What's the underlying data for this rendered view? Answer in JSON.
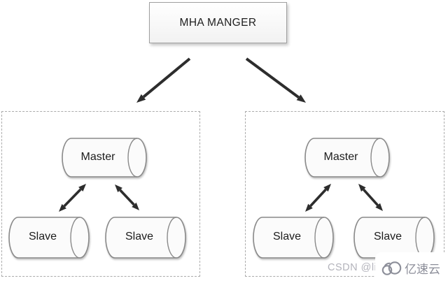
{
  "diagram": {
    "manager": {
      "label": "MHA MANGER"
    },
    "clusters": [
      {
        "name": "left-replication-group",
        "master": {
          "label": "Master"
        },
        "slaves": [
          {
            "label": "Slave"
          },
          {
            "label": "Slave"
          }
        ]
      },
      {
        "name": "right-replication-group",
        "master": {
          "label": "Master"
        },
        "slaves": [
          {
            "label": "Slave"
          },
          {
            "label": "Slave"
          }
        ]
      }
    ]
  },
  "watermark": {
    "csdn_text": "CSDN @li",
    "logo_text": "亿速云",
    "logo_icon": "cloud-icon"
  },
  "colors": {
    "arrow": "#2d2d2d",
    "node_border": "#8a8a8a",
    "node_fill": "#fbfbfb",
    "dashed_border": "#ababab",
    "text": "#1c1c1c",
    "watermark_text": "#b3b3bb",
    "logo_gray": "#8c8e99",
    "background": "#ffffff"
  }
}
